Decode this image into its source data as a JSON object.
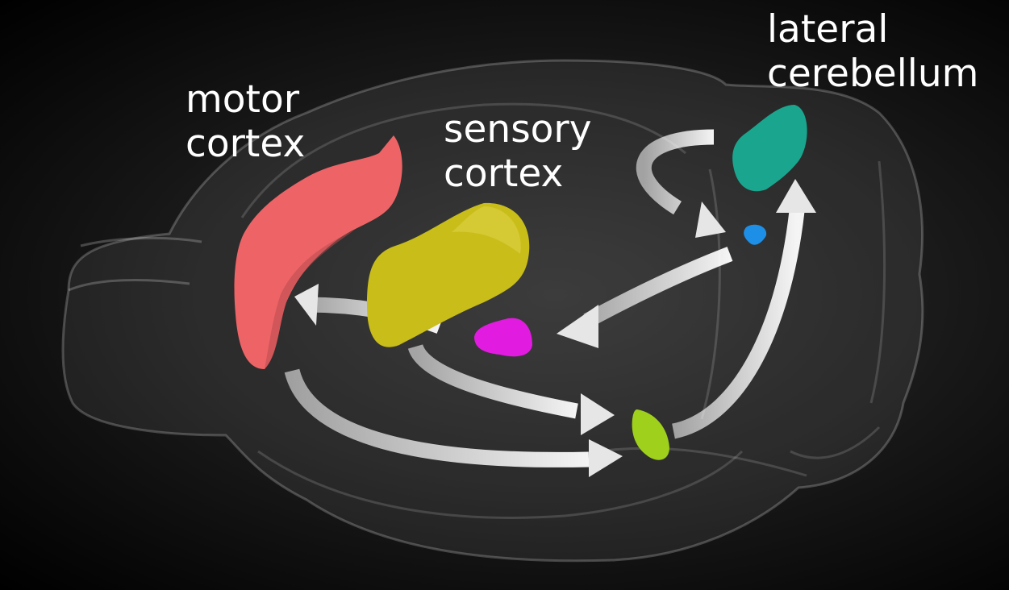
{
  "labels": {
    "motor_cortex": [
      "motor",
      "cortex"
    ],
    "sensory_cortex": [
      "sensory",
      "cortex"
    ],
    "lateral_cerebellum": [
      "lateral",
      "cerebellum"
    ]
  },
  "colors": {
    "background": "#000000",
    "brain_outline": "#ffffff",
    "arrow": "#e6e6e6",
    "motor_cortex": "#ee6466",
    "sensory_cortex": "#c9bd1a",
    "lateral_cerebellum": "#1aa68e",
    "small_blue_region": "#1e8fe6",
    "magenta_region": "#e21be0",
    "green_region": "#9ed01c"
  }
}
